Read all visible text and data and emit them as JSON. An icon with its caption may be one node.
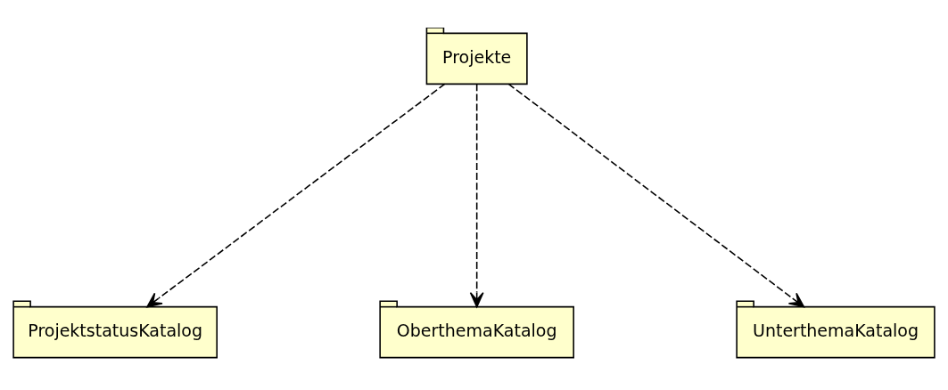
{
  "diagram": {
    "nodes": [
      {
        "text": [
          "Projekte"
        ]
      },
      {
        "text": [
          "ProjektstatusKatalog"
        ]
      },
      {
        "text": [
          "OberthemaKatalog"
        ]
      },
      {
        "text": [
          "UnterthemaKatalog"
        ]
      }
    ],
    "edges": [
      {
        "from": 0,
        "to": 1,
        "arrow": "to",
        "style": "dashed"
      },
      {
        "from": 0,
        "to": 2,
        "arrow": "to",
        "style": "dashed"
      },
      {
        "from": 0,
        "to": 3,
        "arrow": "to",
        "style": "dashed"
      }
    ]
  }
}
